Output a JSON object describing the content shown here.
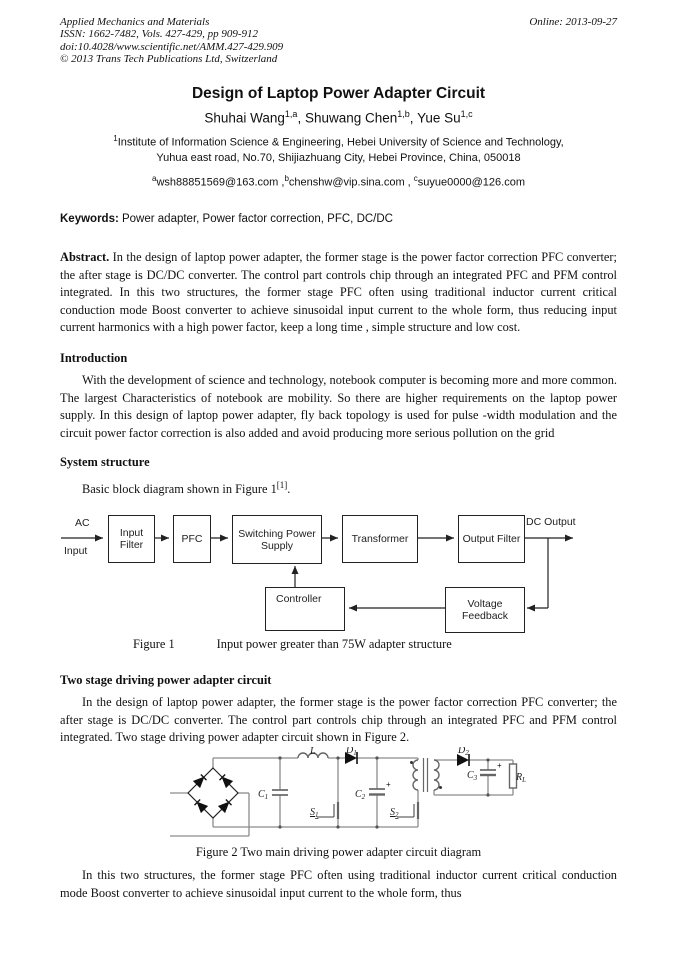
{
  "doc": {
    "header": {
      "lines": [
        "Applied Mechanics and Materials",
        "ISSN: 1662-7482, Vols. 427-429, pp 909-912",
        "doi:10.4028/www.scientific.net/AMM.427-429.909",
        "© 2013 Trans Tech Publications Ltd, Switzerland"
      ],
      "online": "Online: 2013-09-27"
    },
    "title": "Design of Laptop Power Adapter Circuit",
    "authors": [
      {
        "name": "Shuhai Wang",
        "sup": "1,a",
        "sep": ", "
      },
      {
        "name": "Shuwang Chen",
        "sup": "1,b",
        "sep": ", "
      },
      {
        "name": "Yue Su",
        "sup": "1,c",
        "sep": ""
      }
    ],
    "affiliation": {
      "sup": "1",
      "line1": "Institute of Information Science & Engineering, Hebei University of Science and Technology,",
      "line2": "Yuhua east road, No.70, Shijiazhuang City, Hebei Province, China, 050018"
    },
    "emails": [
      {
        "sup": "a",
        "text": "wsh88851569@163.com ,"
      },
      {
        "sup": "b",
        "text": "chenshw@vip.sina.com , "
      },
      {
        "sup": "c",
        "text": "suyue0000@126.com"
      }
    ],
    "keywords": {
      "label": "Keywords:",
      "text": " Power adapter, Power factor correction, PFC, DC/DC"
    },
    "abstract": {
      "label": "Abstract.",
      "text": " In the design of laptop power adapter, the former stage is the power factor correction PFC converter; the after stage is DC/DC converter. The control part controls chip through an integrated PFC and PFM control integrated. In this two structures, the former stage PFC often using traditional inductor current critical conduction mode Boost converter to achieve sinusoidal input current to the whole form, thus reducing input current harmonics with a high power factor, keep a long time , simple structure and low cost."
    },
    "introduction": {
      "heading": "Introduction",
      "text": "With the development of science and technology, notebook computer is becoming more and more common. The largest Characteristics of notebook are mobility. So there are higher requirements on the laptop power supply. In this design of laptop power adapter, fly back topology is used for pulse -width modulation and the circuit power factor correction is also added and avoid producing more serious pollution on the grid"
    },
    "system_structure": {
      "heading": "System structure",
      "sentence": "Basic block diagram shown in Figure 1",
      "citation": "[1]",
      "period": "."
    },
    "two_stage": {
      "heading": "Two stage driving power adapter circuit",
      "text": "In the design of laptop power adapter, the former stage is the power factor correction PFC converter; the after stage is DC/DC converter. The control part controls chip through an integrated PFC and PFM control integrated. Two stage driving power adapter circuit shown in Figure 2."
    },
    "closing": {
      "text": "In this two structures, the former stage PFC often using traditional inductor current critical conduction mode Boost converter to achieve sinusoidal input current to the whole form, thus"
    }
  },
  "figure1": {
    "caption_label": "Figure 1",
    "caption_text": "Input power greater than 75W adapter structure",
    "ac_label": "AC",
    "input_label": "Input",
    "dc_output_label": "DC Output",
    "boxes": {
      "input_filter": "Input Filter",
      "pfc": "PFC",
      "sps": "Switching Power Supply",
      "transformer": "Transformer",
      "output_filter": "Output Filter",
      "controller": "Controller",
      "voltage_feedback": "Voltage Feedback"
    }
  },
  "figure2": {
    "caption": "Figure 2 Two main driving power adapter circuit diagram",
    "labels": {
      "l": {
        "base": "L",
        "sub": ""
      },
      "d1": {
        "base": "D",
        "sub": "1"
      },
      "d2": {
        "base": "D",
        "sub": "2"
      },
      "c1": {
        "base": "C",
        "sub": "1"
      },
      "c2": {
        "base": "C",
        "sub": "2"
      },
      "c3": {
        "base": "C",
        "sub": "3"
      },
      "s1": {
        "base": "S",
        "sub": "1"
      },
      "s2": {
        "base": "S",
        "sub": "2"
      },
      "rl": {
        "base": "R",
        "sub": "L"
      },
      "plus": "+"
    }
  },
  "colors": {
    "text": "#111111",
    "diagram_line": "#222222",
    "wire_gray": "#8c8c8c",
    "component_gray": "#666666",
    "diode_black": "#111111"
  }
}
